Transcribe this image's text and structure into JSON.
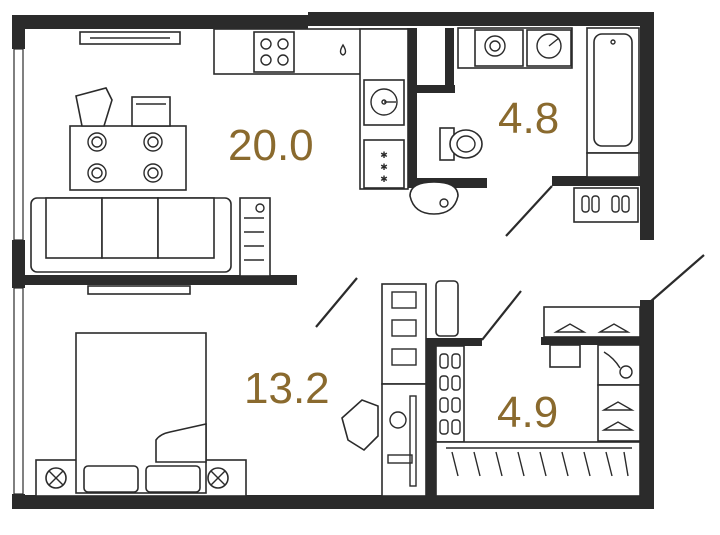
{
  "rooms": {
    "living_kitchen": {
      "area": "20.0"
    },
    "bathroom": {
      "area": "4.8"
    },
    "bedroom": {
      "area": "13.2"
    },
    "wardrobe": {
      "area": "4.9"
    }
  },
  "colors": {
    "wall": "#2b2b2b",
    "area_label": "#8a6a2e",
    "background": "#ffffff"
  },
  "icons": [
    "hob-icon",
    "sink-icon",
    "dishwasher-icon",
    "washing-machine-icon",
    "bathtub-icon",
    "toilet-icon",
    "sofa-icon",
    "dining-table-icon",
    "tv-icon",
    "bed-icon",
    "hanger-icon",
    "vacuum-cleaner-icon",
    "ironing-board-icon",
    "shoes-icon"
  ]
}
